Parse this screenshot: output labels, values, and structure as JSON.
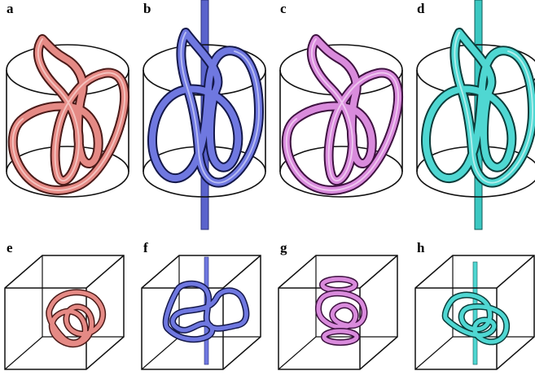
{
  "figure": {
    "panels": [
      {
        "id": "a",
        "label": "a",
        "kind": "knot-in-cylinder",
        "color": "#e58a85",
        "dark": "#4a1a18",
        "has_rod": false
      },
      {
        "id": "b",
        "label": "b",
        "kind": "knot-in-cylinder",
        "color": "#6f78e0",
        "dark": "#14184a",
        "has_rod": true
      },
      {
        "id": "c",
        "label": "c",
        "kind": "knot-in-cylinder",
        "color": "#d98bdc",
        "dark": "#3e1240",
        "has_rod": false
      },
      {
        "id": "d",
        "label": "d",
        "kind": "knot-in-cylinder",
        "color": "#4fd7d2",
        "dark": "#0c3c3a",
        "has_rod": true
      },
      {
        "id": "e",
        "label": "e",
        "kind": "knot-in-box",
        "color": "#e58a85",
        "dark": "#4a1a18",
        "has_rod": false
      },
      {
        "id": "f",
        "label": "f",
        "kind": "knot-in-box",
        "color": "#6f78e0",
        "dark": "#14184a",
        "has_rod": true
      },
      {
        "id": "g",
        "label": "g",
        "kind": "knot-in-box",
        "color": "#d98bdc",
        "dark": "#3e1240",
        "has_rod": false
      },
      {
        "id": "h",
        "label": "h",
        "kind": "knot-in-box",
        "color": "#4fd7d2",
        "dark": "#0c3c3a",
        "has_rod": true
      }
    ]
  }
}
